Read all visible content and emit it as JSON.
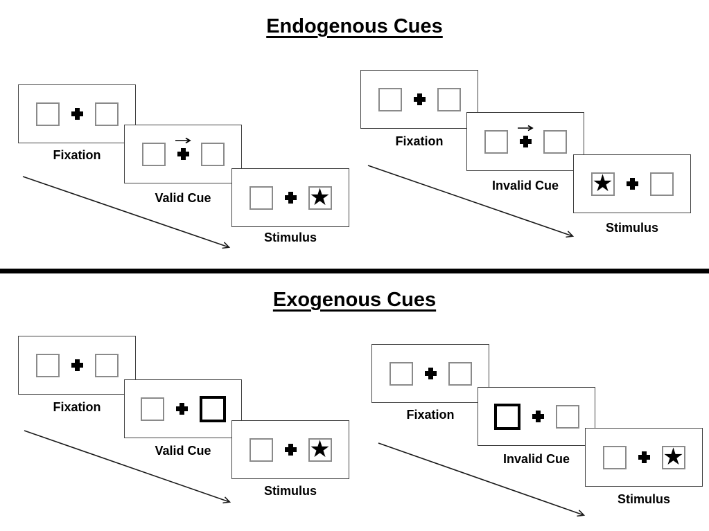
{
  "diagram": "Posner cueing task schematic",
  "colors": {
    "ink": "#000000",
    "box_border_gray": "#8a8a8a",
    "background": "#ffffff"
  },
  "glyphs": {
    "star": "★"
  },
  "sections": [
    {
      "title": "Endogenous Cues",
      "sequences": [
        {
          "validity": "valid",
          "cue_type": "central-arrow-pointing-right",
          "star_position": "right",
          "panels": [
            {
              "label": "Fixation"
            },
            {
              "label": "Valid Cue"
            },
            {
              "label": "Stimulus"
            }
          ]
        },
        {
          "validity": "invalid",
          "cue_type": "central-arrow-pointing-right",
          "star_position": "left",
          "panels": [
            {
              "label": "Fixation"
            },
            {
              "label": "Invalid Cue"
            },
            {
              "label": "Stimulus"
            }
          ]
        }
      ]
    },
    {
      "title": "Exogenous Cues",
      "sequences": [
        {
          "validity": "valid",
          "cue_type": "peripheral-bold-box-right",
          "star_position": "right",
          "panels": [
            {
              "label": "Fixation"
            },
            {
              "label": "Valid Cue"
            },
            {
              "label": "Stimulus"
            }
          ]
        },
        {
          "validity": "invalid",
          "cue_type": "peripheral-bold-box-left",
          "star_position": "right",
          "panels": [
            {
              "label": "Fixation"
            },
            {
              "label": "Invalid Cue"
            },
            {
              "label": "Stimulus"
            }
          ]
        }
      ]
    }
  ]
}
